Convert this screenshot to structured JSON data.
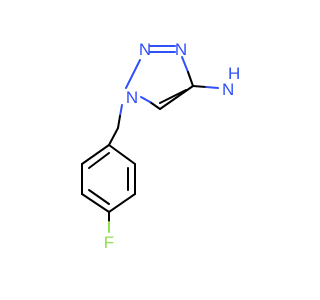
{
  "molecule": {
    "atoms": {
      "n1": "N",
      "n2": "N",
      "n3": "N",
      "amine_n": "N",
      "amine_h2": "H",
      "fluorine": "F"
    },
    "colors": {
      "bond": "#000000",
      "nitrogen": "#3050F8",
      "fluorine": "#90E050"
    }
  }
}
